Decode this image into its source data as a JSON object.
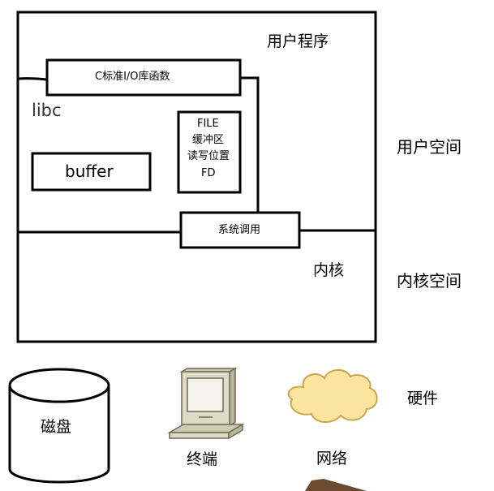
{
  "user_program": "用户程序",
  "stdio_functions": "C标准I/O库函数",
  "libc": "libc",
  "buffer": "buffer",
  "file_info": {
    "line1": "FILE",
    "line2": "缓冲区",
    "line3": "读写位置",
    "line4": "FD"
  },
  "syscall": "系统调用",
  "kernel": "内核",
  "user_space": "用户空间",
  "kernel_space": "内核空间",
  "hardware": "硬件",
  "disk": "磁盘",
  "terminal": "终端",
  "network": "网络",
  "colors": {
    "cloud_fill": "#fbe4a0",
    "cloud_stroke": "#c9a74a",
    "terminal_fill": "#dedac6",
    "terminal_stroke": "#6f6a52",
    "screen_fill": "#f4f3ec",
    "stub_color": "#6b4a2e"
  }
}
